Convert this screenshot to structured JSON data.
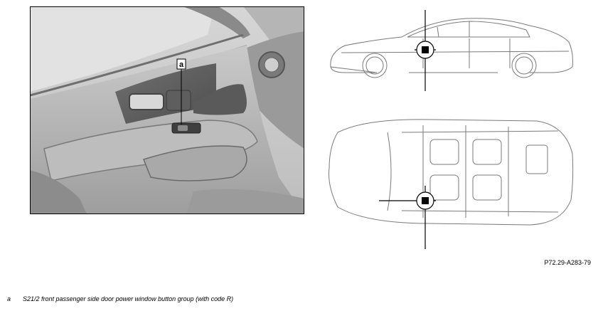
{
  "callout_label": "a",
  "figure_code": "P72.29-A283-79",
  "legend": [
    {
      "key": "a",
      "text": "S21/2 front passenger side door power window button group (with code R)"
    }
  ]
}
